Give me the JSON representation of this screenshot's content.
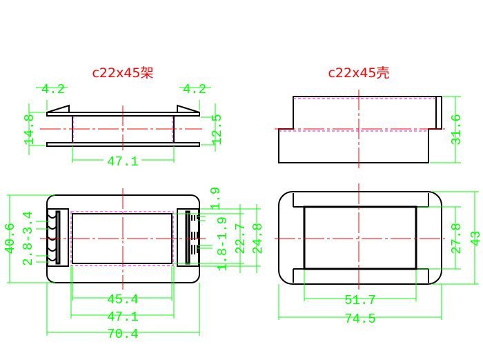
{
  "titles": {
    "bobbin": "c22x45架",
    "shell": "c22x45壳"
  },
  "colors": {
    "object": "#000000",
    "centerline": "#ff0000",
    "hidden": "#ff00ff",
    "dimension": "#00ff00",
    "title": "#ff0000"
  },
  "bobbin_side": {
    "flange_left": "4.2",
    "flange_right": "4.2",
    "height_outer": "14.8",
    "height_inner": "12.5",
    "length": "47.1"
  },
  "bobbin_front": {
    "height": "40.6",
    "left_slot": "2.8-3.4",
    "right_top": "1.9",
    "right_slot": "1.8-1.9",
    "inner_height": "22.7",
    "flange_height": "24.8",
    "inner_width": "45.4",
    "core_width": "47.1",
    "overall_width": "70.4"
  },
  "shell_side": {
    "height": "31.6"
  },
  "shell_front": {
    "inner_width": "51.7",
    "overall_width": "74.5",
    "inner_height": "27.8",
    "overall_height": "43"
  }
}
